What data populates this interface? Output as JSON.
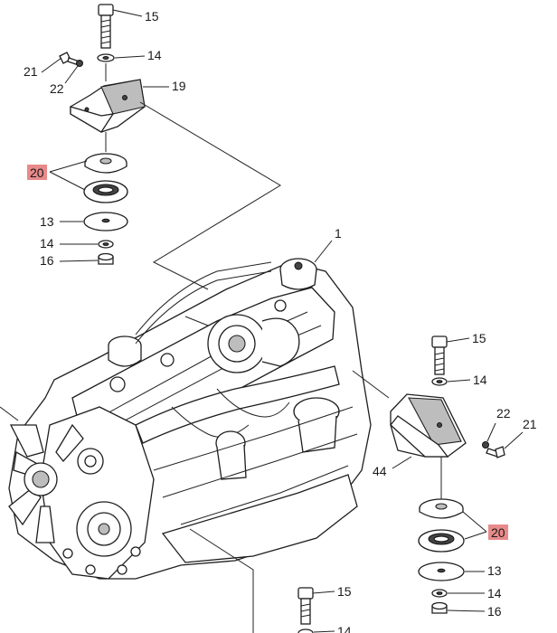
{
  "colors": {
    "highlight": "#e98a8a",
    "line": "#222222"
  },
  "callouts": {
    "top_bolt": "15",
    "top_washer": "14",
    "top_small_bolt": "21",
    "top_nut": "22",
    "top_bracket": "19",
    "top_mount": "20",
    "top_plate": "13",
    "top_lower_washer": "14",
    "top_lower_nut": "16",
    "engine": "1",
    "right_bolt": "15",
    "right_washer": "14",
    "right_nut": "22",
    "right_small_bolt": "21",
    "right_bracket": "44",
    "right_mount": "20",
    "right_plate": "13",
    "right_lower_washer": "14",
    "right_lower_nut": "16",
    "bottom_bolt": "15",
    "bottom_washer": "14"
  }
}
